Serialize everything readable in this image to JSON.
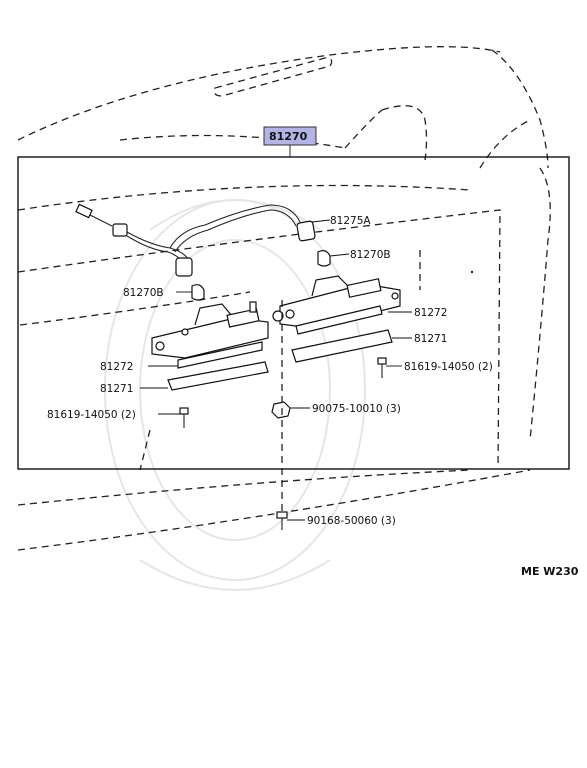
{
  "diagram": {
    "assembly_label": "81270",
    "code": "ME W230",
    "parts": {
      "socket_harness": "81275A",
      "bulb_right": "81270B",
      "bulb_left": "81270B",
      "gasket_right": "81272",
      "lens_right": "81271",
      "gasket_left": "81272",
      "lens_left": "81271",
      "screw_right": "81619-14050 (2)",
      "screw_left": "81619-14050 (2)",
      "nut": "90075-10010 (3)",
      "bolt": "90168-50060 (3)"
    },
    "colors": {
      "assembly_highlight": "#b3b3e6",
      "line": "#222222"
    }
  }
}
